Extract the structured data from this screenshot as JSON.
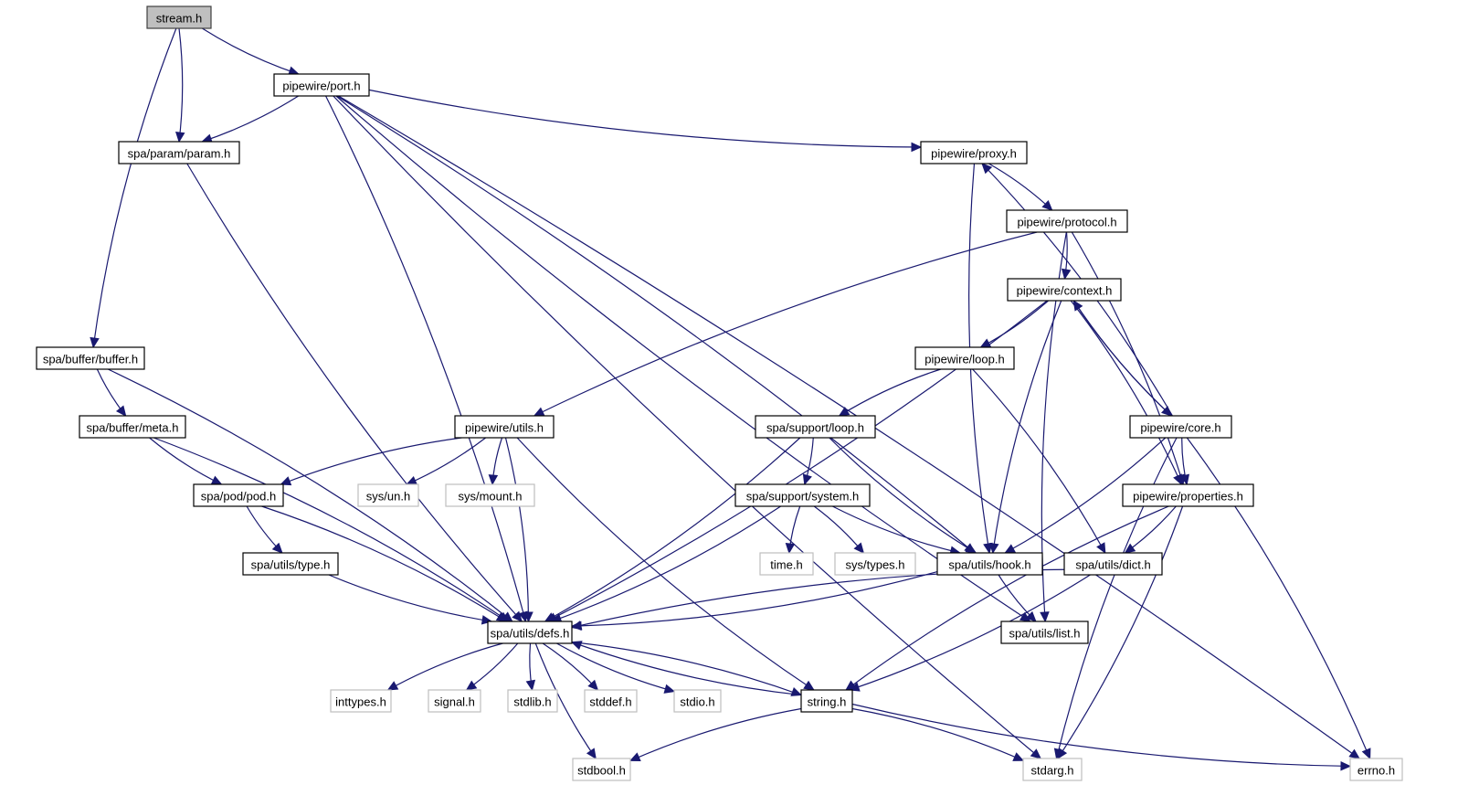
{
  "title": "stream.h include dependency graph",
  "colors": {
    "edge": "#191970",
    "root_fill": "#bfbfbf",
    "node_border": "#000000",
    "external_border": "#bfbfbf"
  },
  "nodes": [
    {
      "id": "stream",
      "label": "stream.h",
      "kind": "root"
    },
    {
      "id": "port",
      "label": "pipewire/port.h",
      "kind": "documented"
    },
    {
      "id": "param",
      "label": "spa/param/param.h",
      "kind": "documented"
    },
    {
      "id": "proxy",
      "label": "pipewire/proxy.h",
      "kind": "documented"
    },
    {
      "id": "protocol",
      "label": "pipewire/protocol.h",
      "kind": "documented"
    },
    {
      "id": "context",
      "label": "pipewire/context.h",
      "kind": "documented"
    },
    {
      "id": "loop",
      "label": "pipewire/loop.h",
      "kind": "documented"
    },
    {
      "id": "buffer",
      "label": "spa/buffer/buffer.h",
      "kind": "documented"
    },
    {
      "id": "meta",
      "label": "spa/buffer/meta.h",
      "kind": "documented"
    },
    {
      "id": "utils",
      "label": "pipewire/utils.h",
      "kind": "documented"
    },
    {
      "id": "sloop",
      "label": "spa/support/loop.h",
      "kind": "documented"
    },
    {
      "id": "core",
      "label": "pipewire/core.h",
      "kind": "documented"
    },
    {
      "id": "pod",
      "label": "spa/pod/pod.h",
      "kind": "documented"
    },
    {
      "id": "sysun",
      "label": "sys/un.h",
      "kind": "external"
    },
    {
      "id": "sysmount",
      "label": "sys/mount.h",
      "kind": "external"
    },
    {
      "id": "system",
      "label": "spa/support/system.h",
      "kind": "documented"
    },
    {
      "id": "properties",
      "label": "pipewire/properties.h",
      "kind": "documented"
    },
    {
      "id": "type",
      "label": "spa/utils/type.h",
      "kind": "documented"
    },
    {
      "id": "time",
      "label": "time.h",
      "kind": "external"
    },
    {
      "id": "systypes",
      "label": "sys/types.h",
      "kind": "external"
    },
    {
      "id": "hook",
      "label": "spa/utils/hook.h",
      "kind": "documented"
    },
    {
      "id": "dict",
      "label": "spa/utils/dict.h",
      "kind": "documented"
    },
    {
      "id": "list",
      "label": "spa/utils/list.h",
      "kind": "documented"
    },
    {
      "id": "defs",
      "label": "spa/utils/defs.h",
      "kind": "documented"
    },
    {
      "id": "inttypes",
      "label": "inttypes.h",
      "kind": "external"
    },
    {
      "id": "signal",
      "label": "signal.h",
      "kind": "external"
    },
    {
      "id": "stdlib",
      "label": "stdlib.h",
      "kind": "external"
    },
    {
      "id": "stddef",
      "label": "stddef.h",
      "kind": "external"
    },
    {
      "id": "stdio",
      "label": "stdio.h",
      "kind": "external"
    },
    {
      "id": "string",
      "label": "string.h",
      "kind": "documented"
    },
    {
      "id": "stdbool",
      "label": "stdbool.h",
      "kind": "external"
    },
    {
      "id": "stdarg",
      "label": "stdarg.h",
      "kind": "external"
    },
    {
      "id": "errno",
      "label": "errno.h",
      "kind": "external"
    }
  ],
  "edges": [
    [
      "stream",
      "port"
    ],
    [
      "stream",
      "param"
    ],
    [
      "stream",
      "buffer"
    ],
    [
      "port",
      "param"
    ],
    [
      "port",
      "proxy"
    ],
    [
      "port",
      "defs"
    ],
    [
      "port",
      "stdarg"
    ],
    [
      "port",
      "hook"
    ],
    [
      "port",
      "list"
    ],
    [
      "port",
      "errno"
    ],
    [
      "param",
      "defs"
    ],
    [
      "proxy",
      "protocol"
    ],
    [
      "proxy",
      "hook"
    ],
    [
      "protocol",
      "context"
    ],
    [
      "protocol",
      "utils"
    ],
    [
      "protocol",
      "properties"
    ],
    [
      "protocol",
      "list"
    ],
    [
      "context",
      "loop"
    ],
    [
      "context",
      "core"
    ],
    [
      "context",
      "properties"
    ],
    [
      "context",
      "hook"
    ],
    [
      "context",
      "defs"
    ],
    [
      "loop",
      "sloop"
    ],
    [
      "loop",
      "dict"
    ],
    [
      "core",
      "proxy"
    ],
    [
      "core",
      "context"
    ],
    [
      "core",
      "properties"
    ],
    [
      "core",
      "hook"
    ],
    [
      "core",
      "stdarg"
    ],
    [
      "core",
      "errno"
    ],
    [
      "buffer",
      "meta"
    ],
    [
      "buffer",
      "defs"
    ],
    [
      "meta",
      "pod"
    ],
    [
      "meta",
      "defs"
    ],
    [
      "utils",
      "pod"
    ],
    [
      "utils",
      "sysun"
    ],
    [
      "utils",
      "sysmount"
    ],
    [
      "utils",
      "defs"
    ],
    [
      "utils",
      "string"
    ],
    [
      "sloop",
      "system"
    ],
    [
      "sloop",
      "hook"
    ],
    [
      "sloop",
      "defs"
    ],
    [
      "system",
      "time"
    ],
    [
      "system",
      "systypes"
    ],
    [
      "system",
      "hook"
    ],
    [
      "system",
      "defs"
    ],
    [
      "pod",
      "type"
    ],
    [
      "pod",
      "defs"
    ],
    [
      "type",
      "defs"
    ],
    [
      "properties",
      "dict"
    ],
    [
      "properties",
      "string"
    ],
    [
      "properties",
      "stdarg"
    ],
    [
      "hook",
      "list"
    ],
    [
      "hook",
      "defs"
    ],
    [
      "dict",
      "defs"
    ],
    [
      "dict",
      "string"
    ],
    [
      "defs",
      "inttypes"
    ],
    [
      "defs",
      "signal"
    ],
    [
      "defs",
      "stdlib"
    ],
    [
      "defs",
      "stddef"
    ],
    [
      "defs",
      "stdio"
    ],
    [
      "defs",
      "string"
    ],
    [
      "defs",
      "stdbool"
    ],
    [
      "string",
      "defs"
    ],
    [
      "string",
      "stdbool"
    ],
    [
      "string",
      "stdarg"
    ],
    [
      "string",
      "errno"
    ]
  ]
}
